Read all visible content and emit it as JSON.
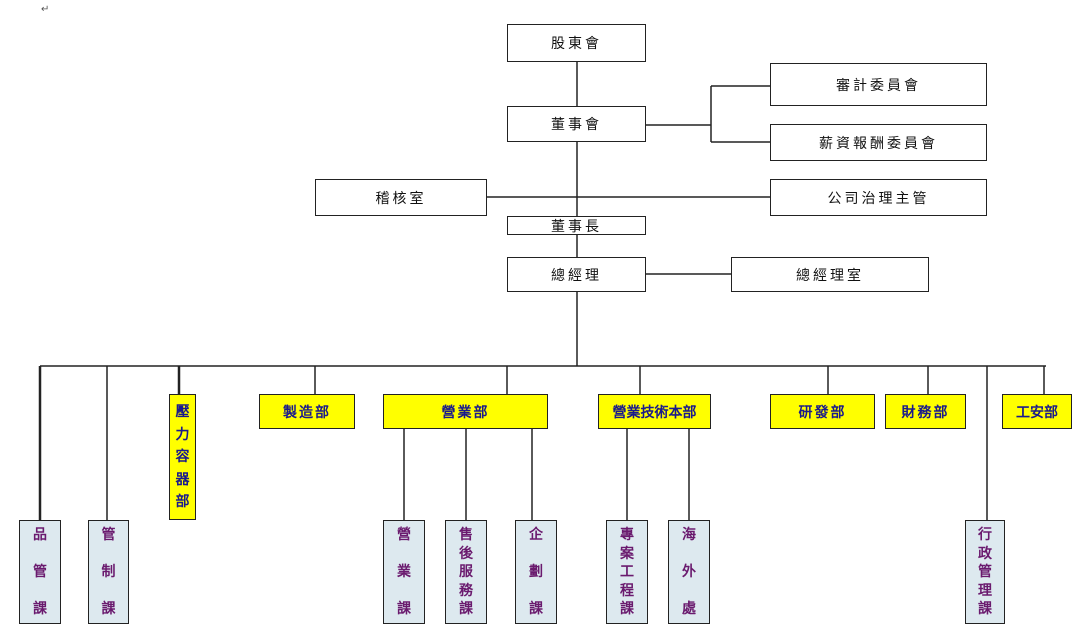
{
  "mark": "↵",
  "top": {
    "shareholders": "股東會",
    "board": "董事會",
    "audit_committee": "審計委員會",
    "remuneration_committee": "薪資報酬委員會",
    "internal_audit": "稽核室",
    "governance_officer": "公司治理主管",
    "chairman": "董事長",
    "general_manager": "總經理",
    "gm_office": "總經理室"
  },
  "departments": {
    "pressure_vessel": "壓力容器部",
    "manufacturing": "製造部",
    "sales": "營業部",
    "sales_tech": "營業技術本部",
    "rnd": "研發部",
    "finance": "財務部",
    "safety": "工安部"
  },
  "sections": {
    "qc": "品管課",
    "control": "管制課",
    "sales_sec": "營業課",
    "after_sales": "售後服務課",
    "planning": "企劃課",
    "project_eng": "專案工程課",
    "overseas": "海外處",
    "admin": "行政管理課"
  },
  "colors": {
    "line": "#222222",
    "dept_fill": "#ffff00",
    "dept_text": "#1a1a8c",
    "section_fill": "#dde9ef",
    "section_text": "#6a1a6e"
  }
}
